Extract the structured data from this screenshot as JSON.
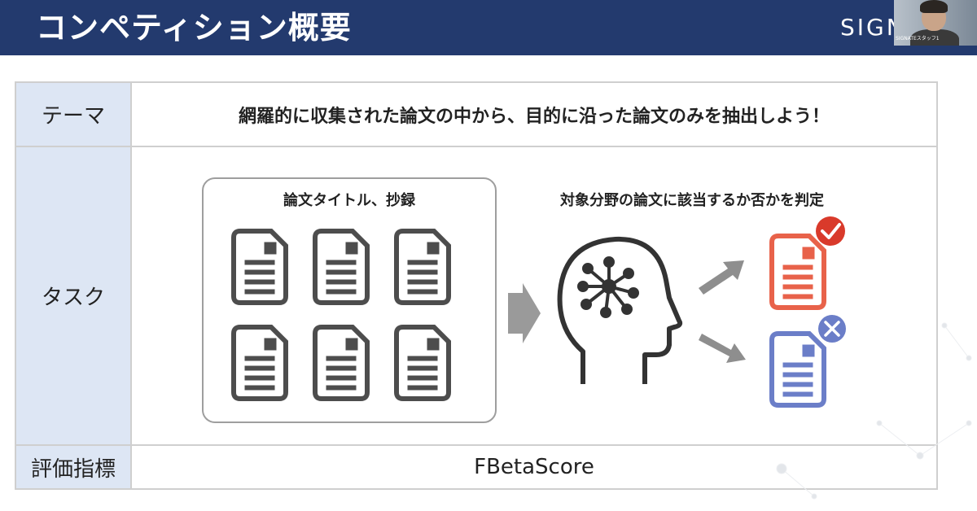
{
  "header": {
    "title": "コンペティション概要",
    "brand": "SIGN",
    "participant_name": "SIGNATEスタッフ1"
  },
  "table": {
    "rows": [
      {
        "label": "テーマ",
        "value": "網羅的に収集された論文の中から、目的に沿った論文のみを抽出しよう！"
      },
      {
        "label": "タスク"
      },
      {
        "label": "評価指標",
        "value": "FBetaScore"
      }
    ]
  },
  "task": {
    "input_title": "論文タイトル、抄録",
    "output_title": "対象分野の論文に該当するか否かを判定"
  },
  "icons": [
    "document-icon",
    "arrow-right-icon",
    "brain-head-icon",
    "check-icon",
    "cross-icon"
  ],
  "colors": {
    "header_bg": "#233a6e",
    "label_bg": "#dde6f4",
    "doc_gray": "#4d4d4d",
    "relevant": "#e8624a",
    "irrelevant": "#6b7ec8",
    "check_badge": "#d93a2b",
    "cross_badge": "#6b7ec8"
  }
}
